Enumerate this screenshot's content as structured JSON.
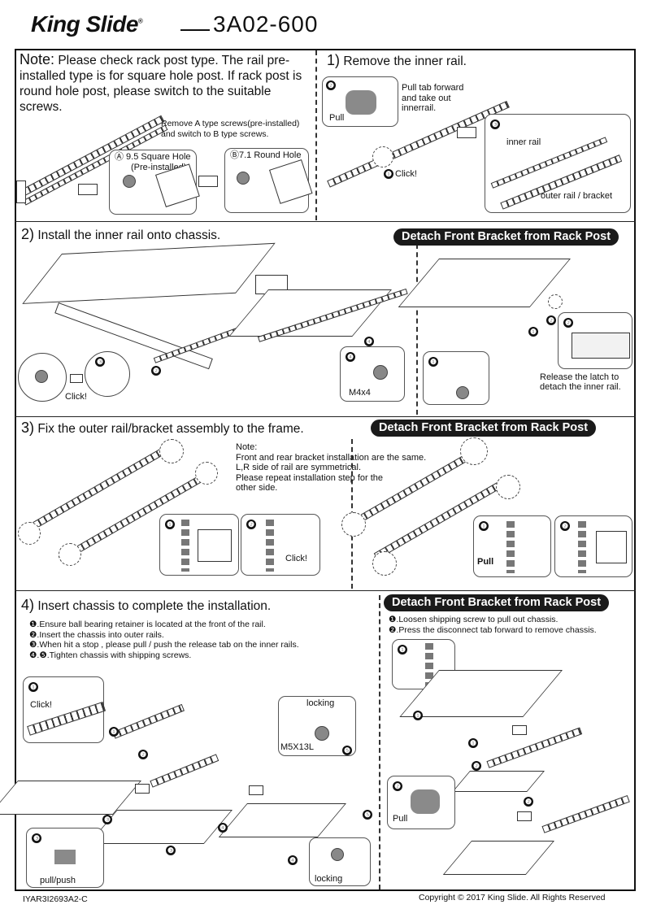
{
  "header": {
    "brand": "King Slide",
    "model": "3A02-600"
  },
  "note": {
    "lead": "Note:",
    "text": "Please check rack post type. The rail pre-installed type is for square hole post. If rack post is round hole post, please switch to the suitable screws.",
    "screw_instruction": "Remove A type screws(pre-installed) and switch to B type screws.",
    "square_hole": "Ⓐ 9.5 Square Hole",
    "pre_installed": "(Pre-installed)",
    "round_hole": "Ⓑ7.1 Round Hole"
  },
  "step1": {
    "num": "1)",
    "title": "Remove the inner rail.",
    "pull_tab": "Pull tab forward and take out innerrail.",
    "pull": "Pull",
    "click": "Click!",
    "inner_rail": "inner rail",
    "outer_rail": "outer rail / bracket"
  },
  "step2": {
    "num": "2)",
    "title": "Install the inner rail onto chassis.",
    "click": "Click!",
    "screw": "M4x4",
    "detach_title": "Detach Front Bracket from Rack Post",
    "release": "Release the latch to detach the inner rail."
  },
  "step3": {
    "num": "3)",
    "title": "Fix the outer rail/bracket assembly to the frame.",
    "detach_title": "Detach Front Bracket from Rack Post",
    "note_lines": [
      "Note:",
      "Front and rear bracket installation are the same.",
      "L,R side of rail are symmetrical.",
      "Please repeat installation step for the",
      "other side."
    ],
    "click": "Click!",
    "pull": "Pull"
  },
  "step4": {
    "num": "4)",
    "title": "Insert chassis to complete the installation.",
    "instructions": [
      "❶.Ensure ball bearing retainer is located at the front of the rail.",
      "❷.Insert the chassis into outer rails.",
      "❸.When hit a stop , please pull / push the release tab on the inner rails.",
      "❹.❺.Tighten chassis with shipping screws."
    ],
    "click": "Click!",
    "locking": "locking",
    "screw": "M5X13L",
    "pull_push": "pull/push",
    "detach_title": "Detach Front Bracket from Rack Post",
    "detach_instructions": [
      "❶.Loosen shipping screw to pull out chassis.",
      "❷.Press the disconnect tab forward to remove chassis."
    ],
    "pull": "Pull"
  },
  "footer": {
    "doc_code": "IYAR3I2693A2-C",
    "copyright": "Copyright © 2017 King Slide. All Rights Reserved"
  },
  "callout_numbers": [
    "❶",
    "❷",
    "❸",
    "❹",
    "❺"
  ]
}
